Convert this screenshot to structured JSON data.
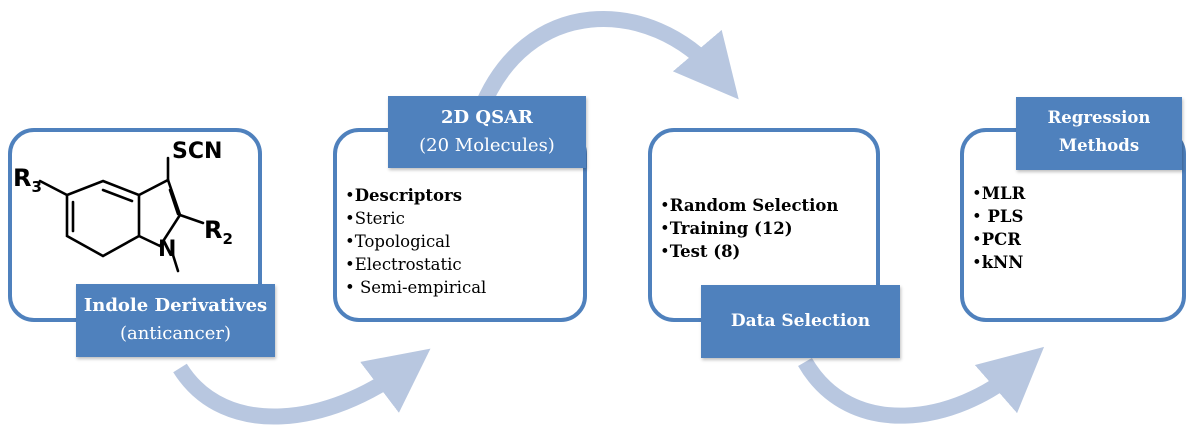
{
  "stages": [
    {
      "title": "Indole Derivatives",
      "subtitle": "(anticancer)",
      "structure": {
        "substituent_top": "SCN",
        "substituent_left": "R3",
        "substituent_right": "R2",
        "atom_N": "N"
      }
    },
    {
      "title": "2D QSAR",
      "subtitle": "(20 Molecules)",
      "items": [
        {
          "text": "Descriptors",
          "bold": true
        },
        {
          "text": "Steric",
          "bold": false
        },
        {
          "text": "Topological",
          "bold": false
        },
        {
          "text": "Electrostatic",
          "bold": false
        },
        {
          "text": " Semi-empirical",
          "bold": false
        }
      ]
    },
    {
      "title": "Data Selection",
      "items": [
        {
          "text": "Random Selection",
          "bold": true
        },
        {
          "text": "Training (12)",
          "bold": true
        },
        {
          "text": "Test (8)",
          "bold": true
        }
      ]
    },
    {
      "title_line1": "Regression",
      "title_line2": "Methods",
      "items": [
        {
          "text": "MLR",
          "bold": true
        },
        {
          "text": " PLS",
          "bold": true
        },
        {
          "text": "PCR",
          "bold": true
        },
        {
          "text": "kNN",
          "bold": true
        }
      ]
    }
  ],
  "colors": {
    "panel_border": "#4f81bd",
    "label_fill": "#4f81bd",
    "arrow": "#b8c7e0"
  }
}
